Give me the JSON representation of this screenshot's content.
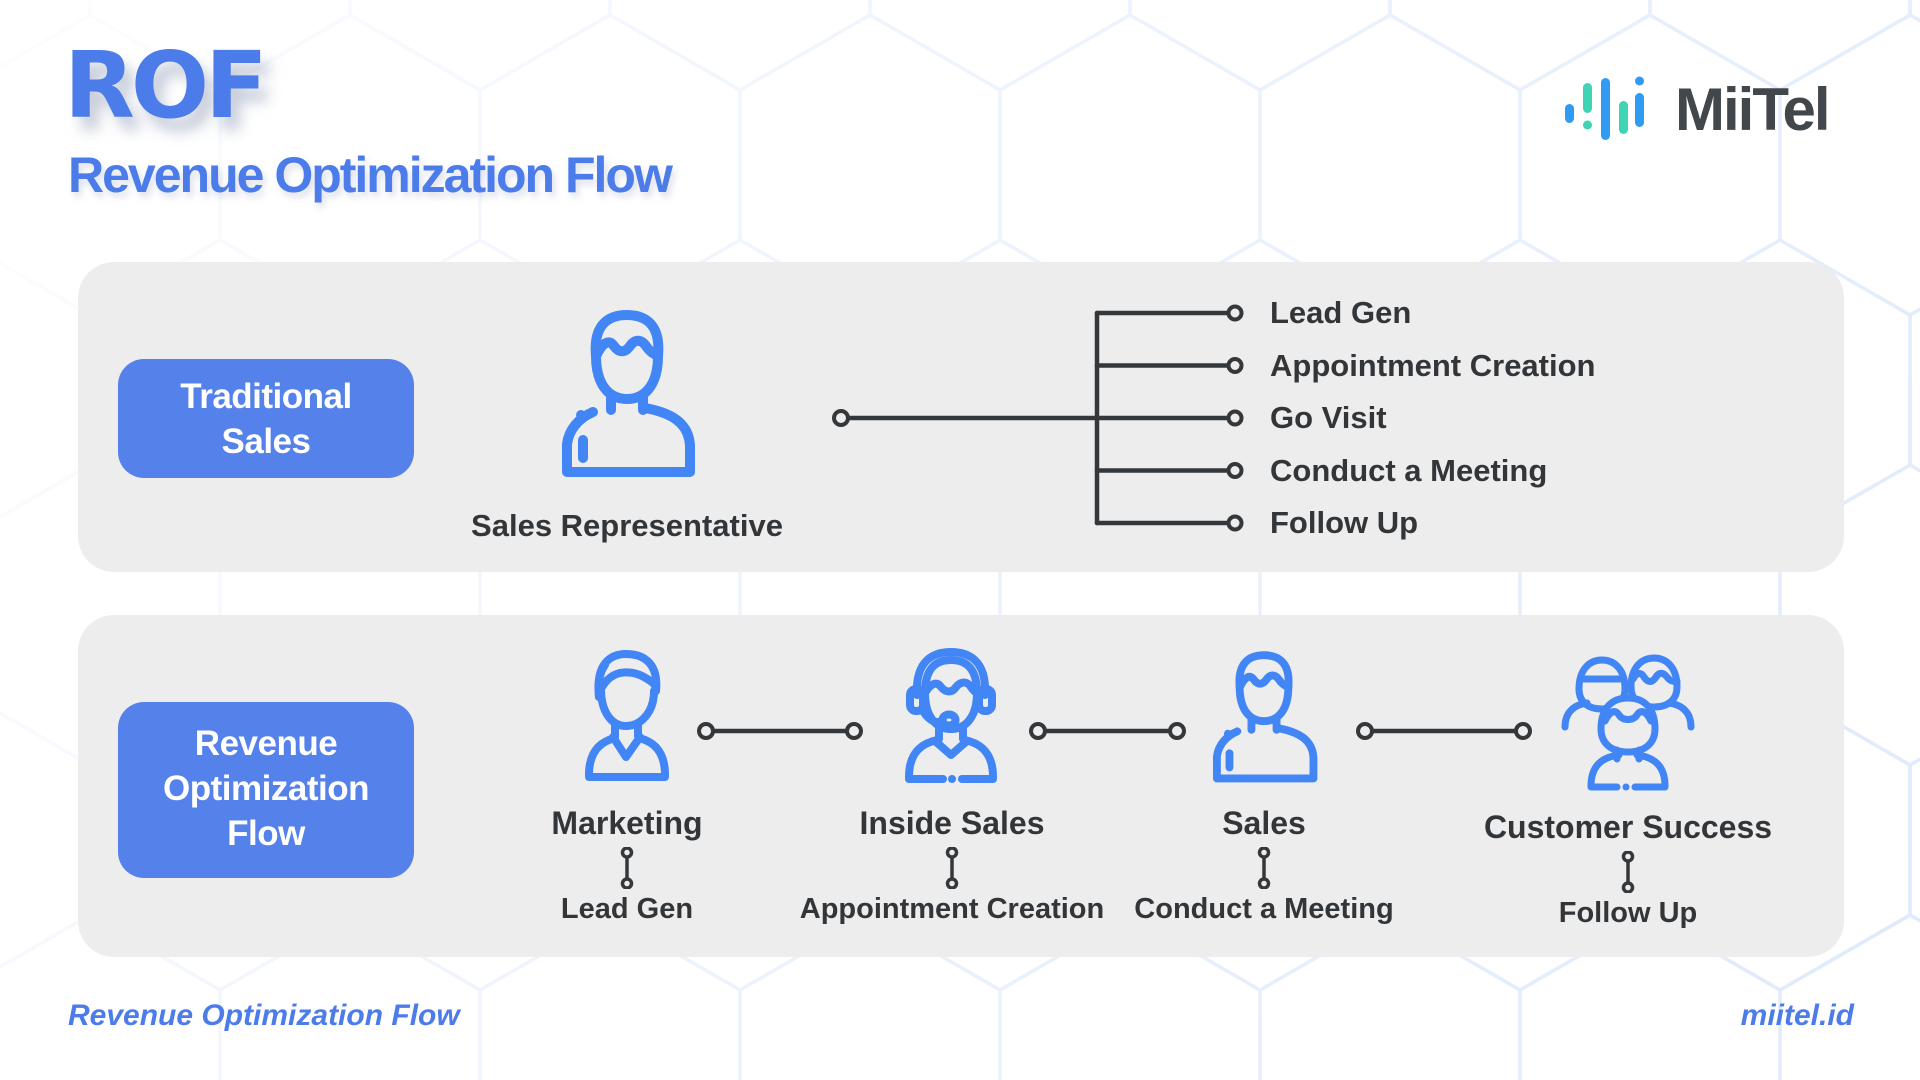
{
  "header": {
    "title": "ROF",
    "subtitle": "Revenue Optimization Flow",
    "brand": "MiiTel"
  },
  "traditional": {
    "tag_line1": "Traditional",
    "tag_line2": "Sales",
    "person_label": "Sales Representative",
    "steps": [
      "Lead Gen",
      "Appointment Creation",
      "Go Visit",
      "Conduct a Meeting",
      "Follow Up"
    ]
  },
  "rof": {
    "tag_line1": "Revenue",
    "tag_line2": "Optimization",
    "tag_line3": "Flow",
    "roles": [
      {
        "name": "Marketing",
        "task": "Lead Gen",
        "icon": "marketing-person-icon"
      },
      {
        "name": "Inside Sales",
        "task": "Appointment Creation",
        "icon": "headset-person-icon"
      },
      {
        "name": "Sales",
        "task": "Conduct a Meeting",
        "icon": "sales-person-icon"
      },
      {
        "name": "Customer Success",
        "task": "Follow Up",
        "icon": "team-icon"
      }
    ]
  },
  "footer": {
    "left": "Revenue Optimization Flow",
    "right": "miitel.id"
  },
  "icons": [
    "soundwave-logo-icon",
    "sales-representative-icon",
    "marketing-person-icon",
    "headset-person-icon",
    "sales-person-icon",
    "team-icon",
    "connector-dumbbell-icon",
    "process-bracket-lines"
  ],
  "colors": {
    "accent_blue": "#4b7ce9",
    "badge_blue": "#5581ea",
    "icon_blue": "#4285f4",
    "line_dark": "#35383b",
    "panel_gray": "#ededee",
    "logo_teal": "#3fd4b4",
    "logo_blue": "#2f9bf3",
    "hex_pattern": "#d9e6fa"
  }
}
